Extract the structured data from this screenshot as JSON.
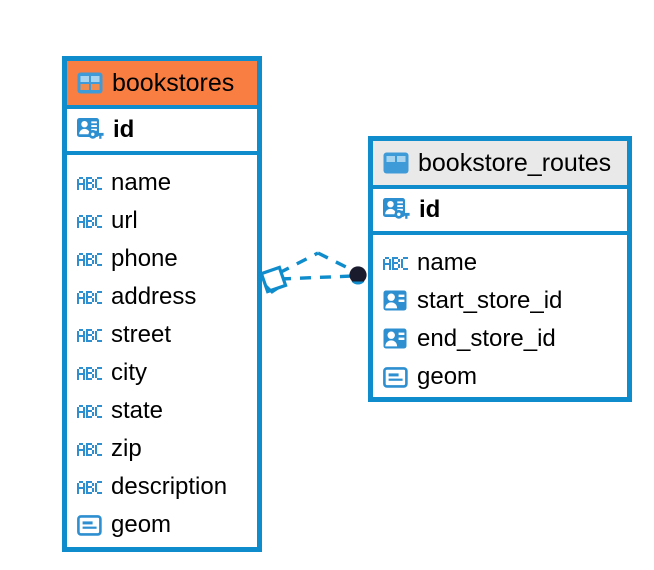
{
  "diagram": {
    "type": "entity-relationship-diagram",
    "background_color": "#ffffff",
    "accent_color": "#0e8ccc",
    "highlight_color": "#f97e42",
    "neutral_header_color": "#e9e9e9"
  },
  "entities": [
    {
      "name": "bookstores",
      "title": "bookstores",
      "header_style": "accent-orange",
      "table_icon": "table-icon",
      "primary_key": {
        "label": "id",
        "icon": "primary-key-icon"
      },
      "fields": [
        {
          "label": "name",
          "icon": "abc-text-icon"
        },
        {
          "label": "url",
          "icon": "abc-text-icon"
        },
        {
          "label": "phone",
          "icon": "abc-text-icon"
        },
        {
          "label": "address",
          "icon": "abc-text-icon"
        },
        {
          "label": "street",
          "icon": "abc-text-icon"
        },
        {
          "label": "city",
          "icon": "abc-text-icon"
        },
        {
          "label": "state",
          "icon": "abc-text-icon"
        },
        {
          "label": "zip",
          "icon": "abc-text-icon"
        },
        {
          "label": "description",
          "icon": "abc-text-icon"
        },
        {
          "label": "geom",
          "icon": "geometry-icon"
        }
      ]
    },
    {
      "name": "bookstore_routes",
      "title": "bookstore_routes",
      "header_style": "accent-gray",
      "table_icon": "table-icon",
      "primary_key": {
        "label": "id",
        "icon": "primary-key-icon"
      },
      "fields": [
        {
          "label": "name",
          "icon": "abc-text-icon"
        },
        {
          "label": "start_store_id",
          "icon": "foreign-key-icon"
        },
        {
          "label": "end_store_id",
          "icon": "foreign-key-icon"
        },
        {
          "label": "geom",
          "icon": "geometry-icon"
        }
      ]
    }
  ],
  "relationship": {
    "from_entity": "bookstores",
    "to_entity": "bookstore_routes",
    "line_style": "dashed",
    "line_color": "#0e8ccc",
    "source_marker": "diamond-marker",
    "target_marker": "filled-circle-marker",
    "target_marker_color": "#1b1b2e"
  }
}
